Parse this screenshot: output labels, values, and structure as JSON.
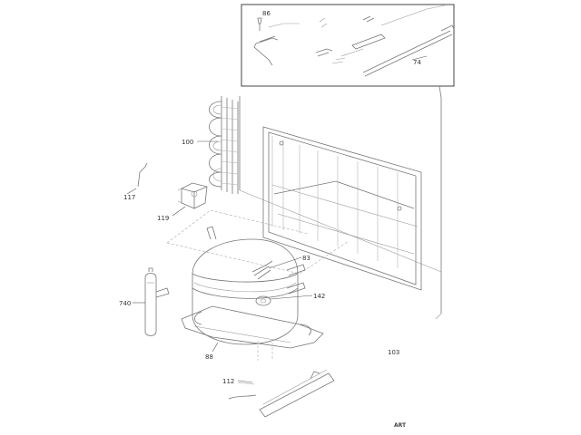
{
  "diagram": {
    "callouts": {
      "c86": "86",
      "c74": "74",
      "c100": "100",
      "c117": "117",
      "c119": "119",
      "c83": "83",
      "c142": "142",
      "c740": "740",
      "c88": "88",
      "c103": "103",
      "c112": "112"
    },
    "footer_text": "ART"
  }
}
